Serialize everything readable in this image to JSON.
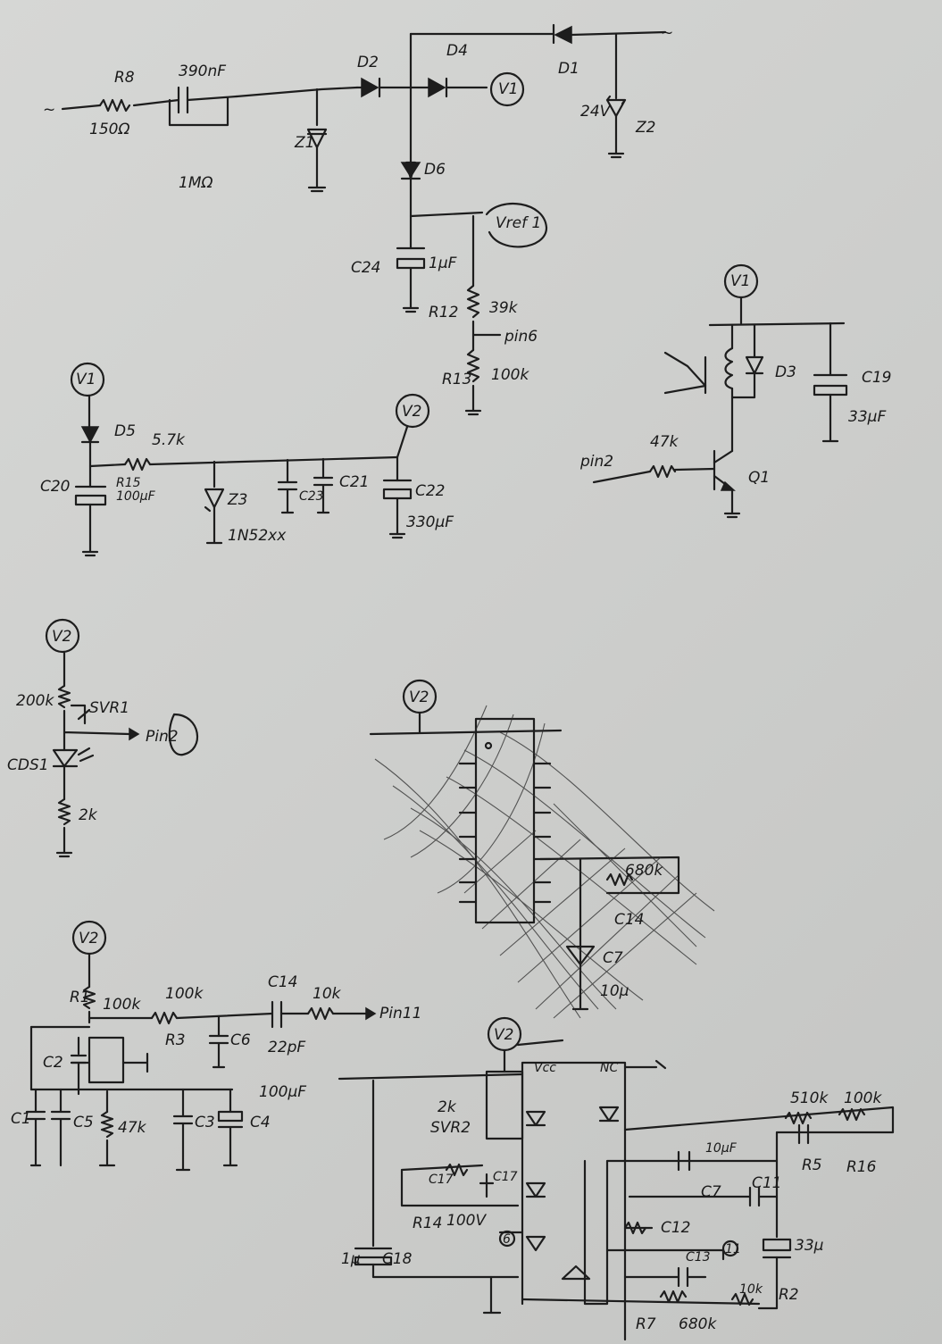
{
  "labels": {
    "ac_in": "~",
    "ac_out": "~",
    "r8": "R8",
    "r8_val": "150Ω",
    "cap_390": "390nF",
    "res_1m": "1MΩ",
    "d2": "D2",
    "d4": "D4",
    "d1": "D1",
    "z1": "Z1",
    "z2": "Z2",
    "z2_val": "24V",
    "v1_a": "V1",
    "d6": "D6",
    "vref": "Vref 1",
    "c24": "C24",
    "c24_val": "1µF",
    "r12": "R12",
    "r12_val": "39k",
    "pin6": "pin6",
    "r13": "R13",
    "r13_val": "100k",
    "v1_b": "V1",
    "d5": "D5",
    "r15_val": "5.7k",
    "r15": "R15",
    "c20": "C20",
    "c20_val": "100µF",
    "z3": "Z3",
    "z3_val": "1N52xx",
    "c23": "C23",
    "c21": "C21",
    "c22": "C22",
    "c22_val": "330µF",
    "v2_a": "V2",
    "v1_c": "V1",
    "d3": "D3",
    "c19": "C19",
    "c19_val": "33µF",
    "q1_r": "47k",
    "pin2_a": "pin2",
    "q1": "Q1",
    "v2_b": "V2",
    "svr1_val": "200k",
    "svr1": "SVR1",
    "pin2_b": "Pin2",
    "cds1": "CDS1",
    "r_2k": "2k",
    "v2_c": "V2",
    "r680_top": "680k",
    "c14_top": "C14",
    "c7_top": "C7",
    "c7_val_top": "10µ",
    "v2_d": "V2",
    "r1": "R1",
    "r1_val": "100k",
    "r3": "R3",
    "r3_val": "100k",
    "c6": "C6",
    "c14": "C14",
    "c14_val": "22pF",
    "r_10k": "10k",
    "pin11": "Pin11",
    "c2": "C2",
    "c1": "C1",
    "c5": "C5",
    "r_47k": "47k",
    "c3": "C3",
    "c4": "C4",
    "c4_val": "100µF",
    "v2_e": "V2",
    "vcc": "Vcc",
    "nc": "NC",
    "r510": "510k",
    "r100k_b": "100k",
    "r5": "R5",
    "r16": "R16",
    "z_2k": "2k",
    "svr2": "SVR2",
    "c17_a": "C17",
    "c17_b": "C17",
    "r14": "R14",
    "r14_val": "100V",
    "c7": "C7",
    "c7_val": "10µF",
    "c11": "C11",
    "c12": "C12",
    "c13": "C13",
    "c18": "C18",
    "c18_val": "1µ",
    "r2": "R2",
    "r2_val": "33µ",
    "r7": "R7",
    "r7_val": "680k",
    "r_10k_b": "10k",
    "pin11_b": "11",
    "pin6_b": "6"
  }
}
